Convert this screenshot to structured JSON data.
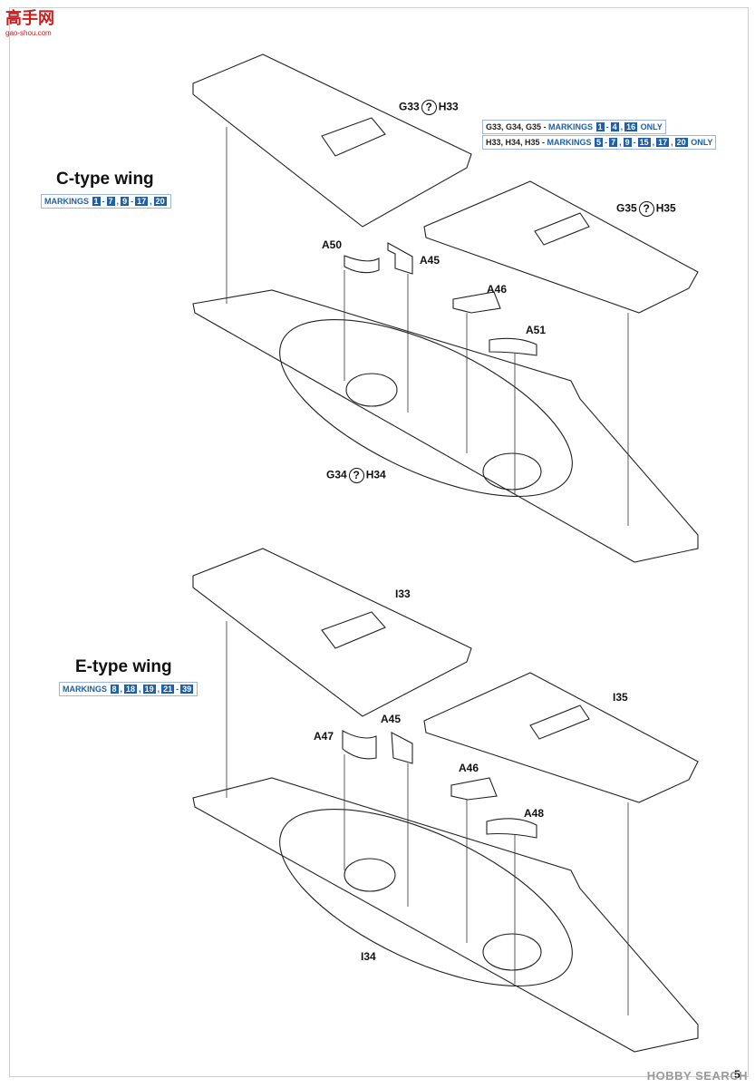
{
  "logo": {
    "brand": "高手网",
    "domain": "gao-shou.com"
  },
  "watermark": "HOBBY SEARCH",
  "page_number": "5",
  "section_c": {
    "title": "C-type wing",
    "markings_key": "MARKINGS",
    "markings": [
      "1",
      "-",
      "7",
      ",",
      "9",
      "-",
      "17",
      ",",
      "20"
    ],
    "labels": {
      "top_left": [
        "G33",
        "?",
        "H33"
      ],
      "top_right": [
        "G35",
        "?",
        "H35"
      ],
      "bottom": [
        "G34",
        "?",
        "H34"
      ],
      "a50": "A50",
      "a45": "A45",
      "a46": "A46",
      "a51": "A51"
    },
    "legend": [
      {
        "parts": "G33, G34, G35 - ",
        "key": "MARKINGS",
        "nums": [
          "1",
          "-",
          "4",
          ",",
          "16"
        ],
        "suffix": "ONLY"
      },
      {
        "parts": "H33, H34, H35 - ",
        "key": "MARKINGS",
        "nums": [
          "5",
          "-",
          "7",
          ",",
          "9",
          "-",
          "15",
          ",",
          "17",
          ",",
          "20"
        ],
        "suffix": "ONLY"
      }
    ]
  },
  "section_e": {
    "title": "E-type wing",
    "markings_key": "MARKINGS",
    "markings": [
      "8",
      ",",
      "18",
      ",",
      "19",
      ",",
      "21",
      "-",
      "39"
    ],
    "labels": {
      "i33": "I33",
      "i35": "I35",
      "i34": "I34",
      "a47": "A47",
      "a45": "A45",
      "a46": "A46",
      "a48": "A48"
    }
  }
}
